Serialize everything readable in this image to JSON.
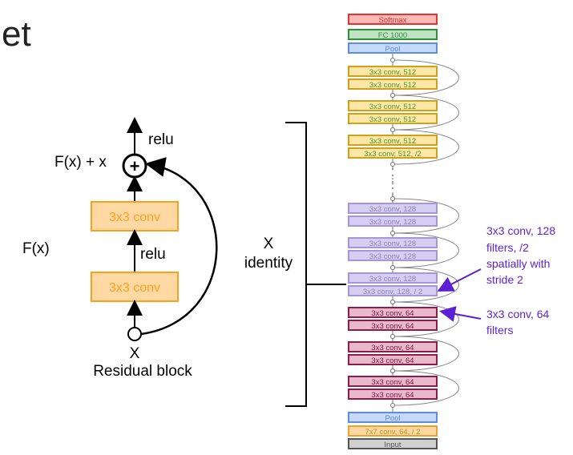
{
  "title_fragment": "et",
  "residual_block": {
    "relu_top": "relu",
    "sum_label": "F(x) + x",
    "plus_symbol": "+",
    "conv_top": "3x3 conv",
    "conv_bottom": "3x3 conv",
    "relu_mid": "relu",
    "fx_label": "F(x)",
    "x_input": "X",
    "caption": "Residual block",
    "identity_x": "X",
    "identity_label": "identity",
    "colors": {
      "conv": "#ff9f1c",
      "conv_fill": "#ffd9a3",
      "arrow": "#000000"
    }
  },
  "network": {
    "layers": [
      {
        "label": "Softmax",
        "style": "softmax"
      },
      {
        "label": "FC 1000",
        "style": "fc"
      },
      {
        "label": "Pool",
        "style": "pool"
      },
      {
        "label": "3x3 conv, 512",
        "style": "c512"
      },
      {
        "label": "3x3 conv, 512",
        "style": "c512"
      },
      {
        "label": "3x3 conv, 512",
        "style": "c512"
      },
      {
        "label": "3x3 conv, 512",
        "style": "c512"
      },
      {
        "label": "3x3 conv, 512",
        "style": "c512"
      },
      {
        "label": "3x3 conv, 512, /2",
        "style": "c512"
      },
      {
        "label": "3x3 conv, 128",
        "style": "c128"
      },
      {
        "label": "3x3 conv, 128",
        "style": "c128"
      },
      {
        "label": "3x3 conv, 128",
        "style": "c128"
      },
      {
        "label": "3x3 conv, 128",
        "style": "c128"
      },
      {
        "label": "3x3 conv, 128",
        "style": "c128"
      },
      {
        "label": "3x3 conv, 128, / 2",
        "style": "c128"
      },
      {
        "label": "3x3 conv, 64",
        "style": "c64"
      },
      {
        "label": "3x3 conv, 64",
        "style": "c64"
      },
      {
        "label": "3x3 conv, 64",
        "style": "c64"
      },
      {
        "label": "3x3 conv, 64",
        "style": "c64"
      },
      {
        "label": "3x3 conv, 64",
        "style": "c64"
      },
      {
        "label": "3x3 conv, 64",
        "style": "c64"
      },
      {
        "label": "Pool",
        "style": "pool"
      },
      {
        "label": "7x7 conv, 64, / 2",
        "style": "c7"
      },
      {
        "label": "Input",
        "style": "input"
      }
    ],
    "ellipsis": ":",
    "styles": {
      "softmax": {
        "stroke": "#e3342f",
        "fill": "#f9b9b7",
        "text": "#e3342f"
      },
      "fc": {
        "stroke": "#2f8f3a",
        "fill": "#bfe3c3",
        "text": "#2f8f3a"
      },
      "pool": {
        "stroke": "#5b8de6",
        "fill": "#c6d9f8",
        "text": "#5b8de6"
      },
      "c512": {
        "stroke": "#d4a017",
        "fill": "#fde7a8",
        "text": "#4c9a2a"
      },
      "c128": {
        "stroke": "#a696d8",
        "fill": "#d6cdf2",
        "text": "#8e83b8"
      },
      "c64": {
        "stroke": "#8e1b4a",
        "fill": "#e8b9cb",
        "text": "#7a1a40"
      },
      "c7": {
        "stroke": "#f0a030",
        "fill": "#fcd9a0",
        "text": "#c98a28"
      },
      "input": {
        "stroke": "#555555",
        "fill": "#d0d0d0",
        "text": "#555555"
      }
    }
  },
  "annotations": {
    "conv128": [
      "3x3 conv, 128",
      "filters, /2",
      "spatially with",
      "stride 2"
    ],
    "conv64": [
      "3x3 conv, 64",
      "filters"
    ],
    "color": "#5b1fd6"
  }
}
